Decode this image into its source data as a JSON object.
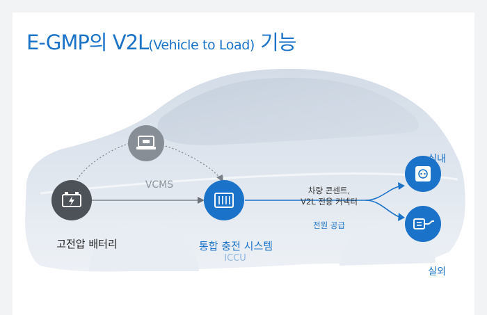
{
  "title": {
    "main": "E-GMP의 V2L",
    "paren": "(Vehicle to Load)",
    "suffix": "기능"
  },
  "nodes": {
    "battery": {
      "label": "고전압 배터리",
      "icon": "car-battery-icon"
    },
    "vcms": {
      "label": "VCMS",
      "icon": "charging-module-icon"
    },
    "iccu": {
      "label": "통합 충전 시스템",
      "sublabel": "ICCU",
      "icon": "charging-unit-icon"
    },
    "indoor": {
      "label": "실내",
      "icon": "power-outlet-icon"
    },
    "outdoor": {
      "label": "실외",
      "icon": "v2l-connector-icon"
    }
  },
  "annotations": {
    "outlet_line1": "차량 콘센트,",
    "outlet_line2": "V2L 전용 커넥터",
    "supply": "전원 공급"
  },
  "colors": {
    "accent": "#1a73c8",
    "dark_node": "#4d5258",
    "gray_node": "#888e95",
    "car_fill": "#dbe3ec"
  }
}
